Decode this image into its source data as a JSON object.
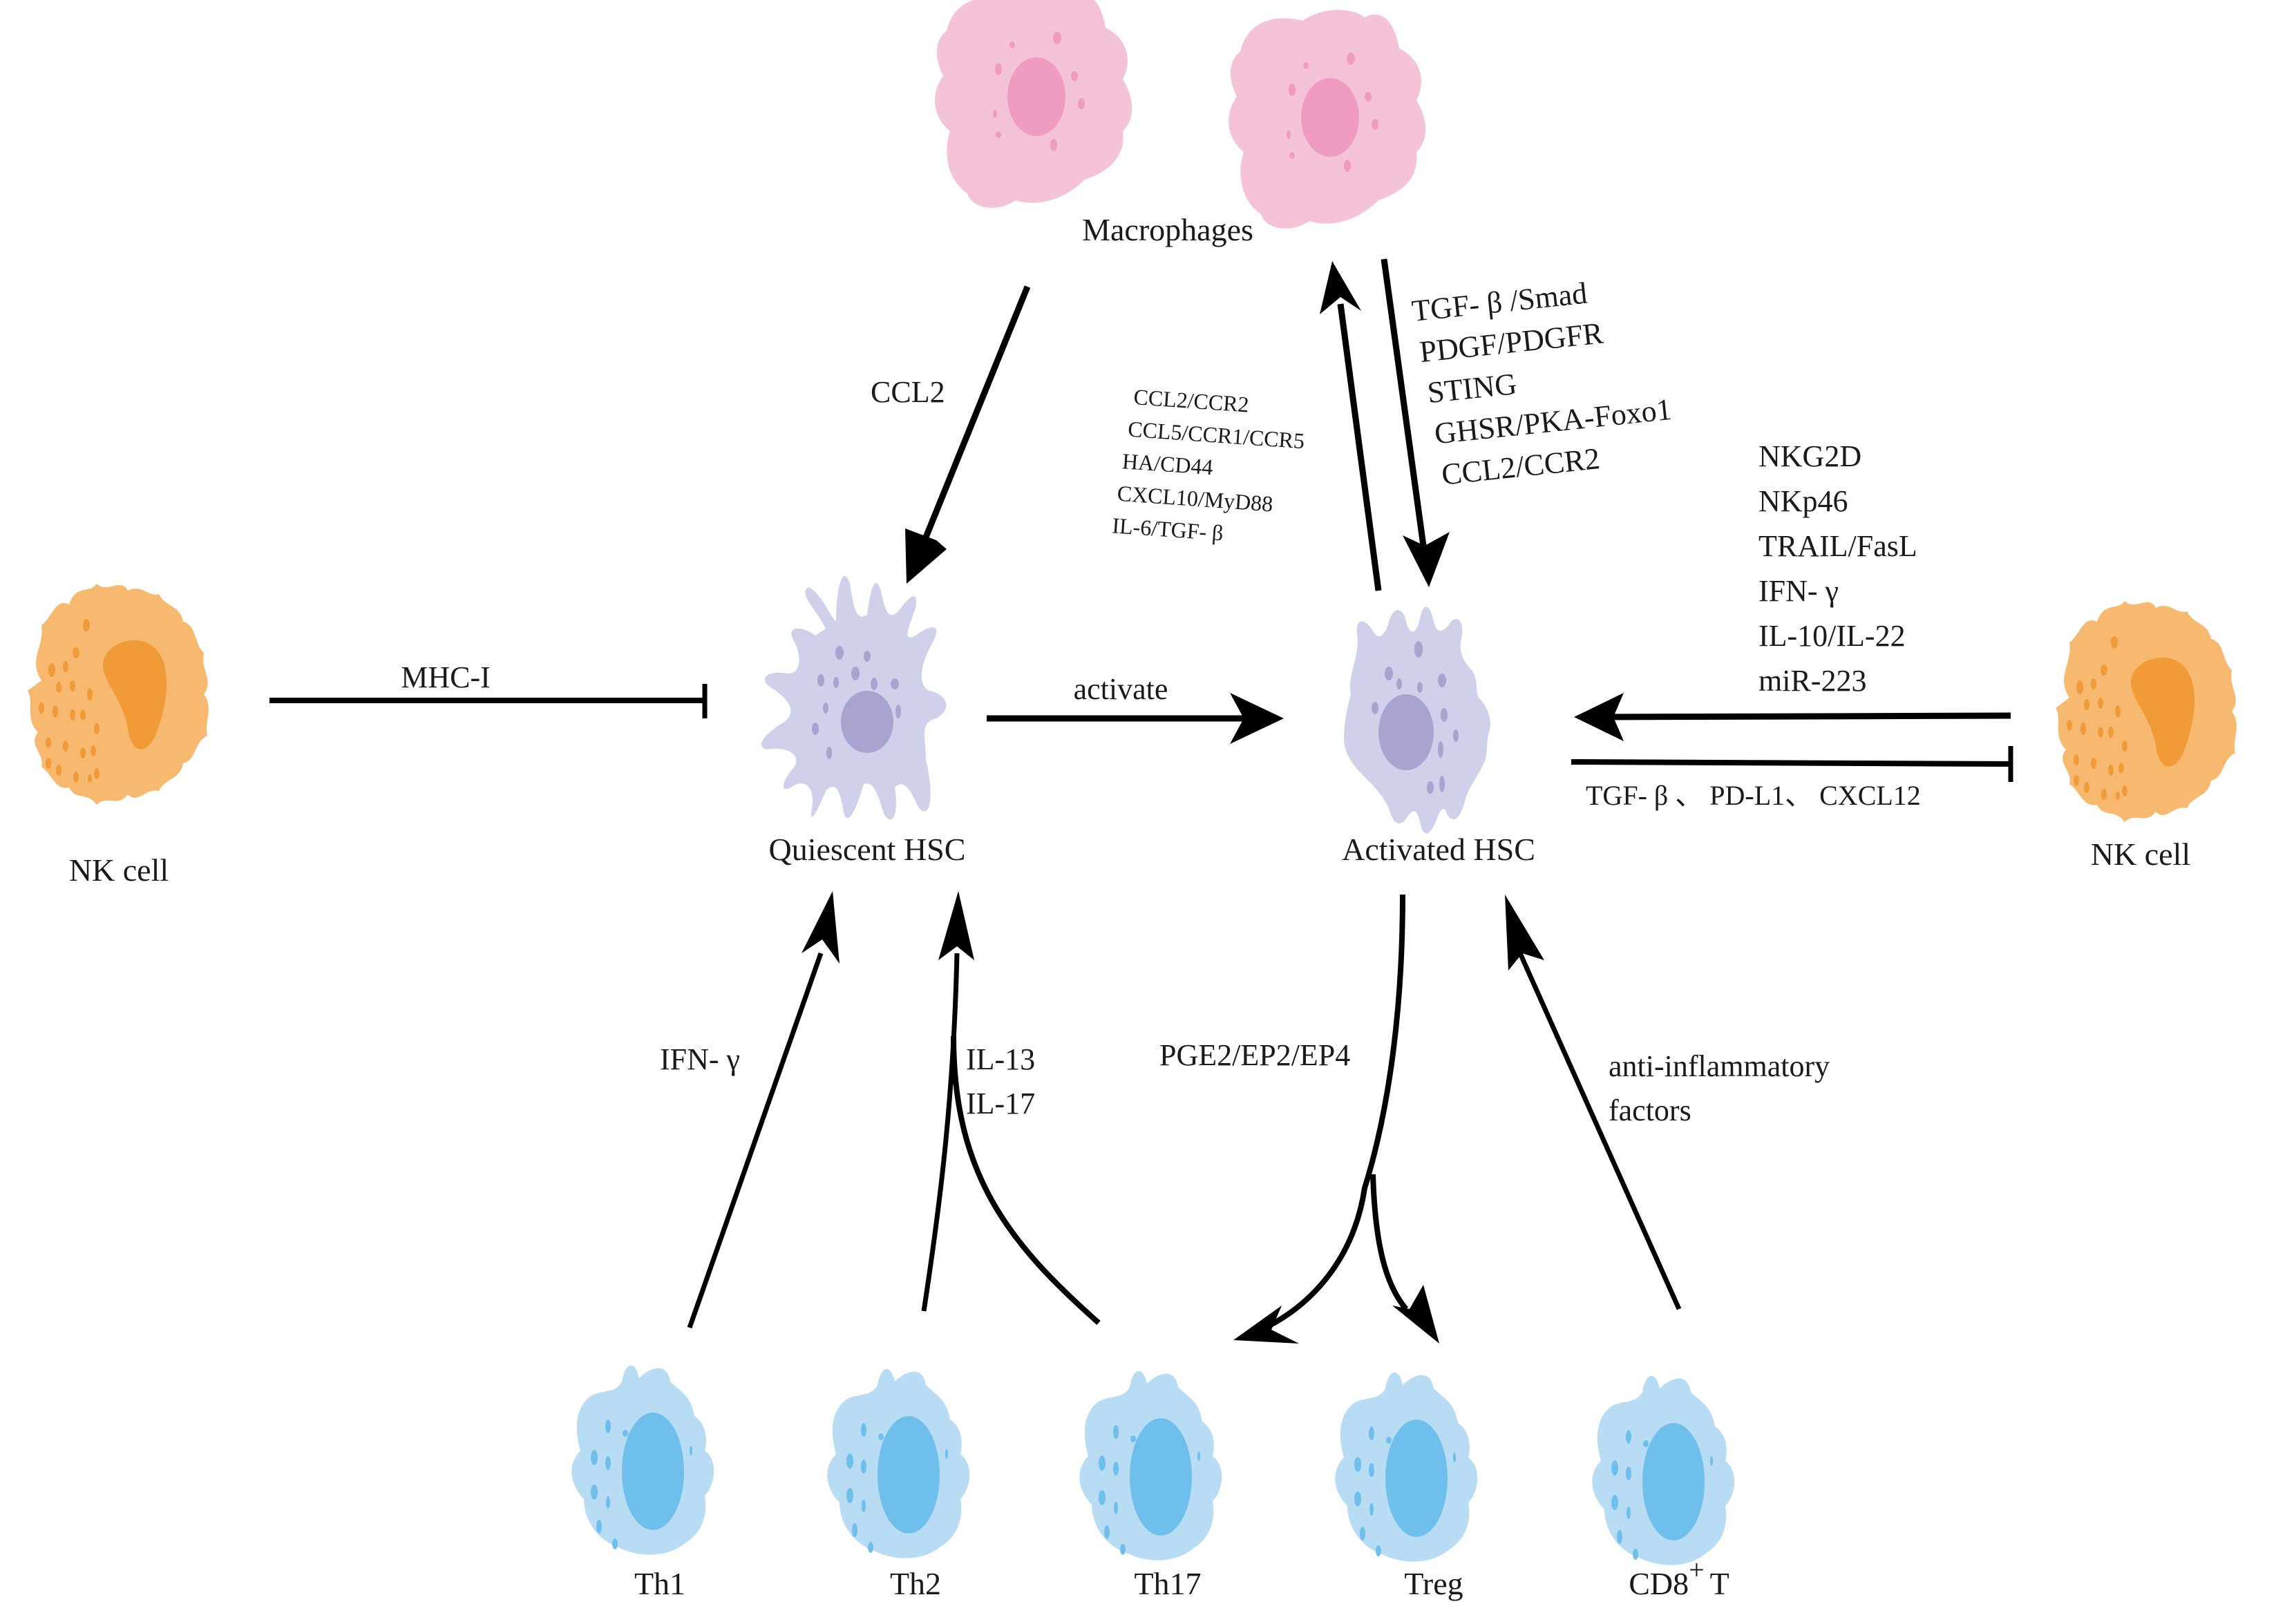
{
  "colors": {
    "macrophage_body": "#f5c3d8",
    "macrophage_nucleus": "#f09cc0",
    "hsc_body": "#cfd1ea",
    "hsc_nucleus": "#a9a3cf",
    "nk_body": "#f6b96f",
    "nk_nucleus": "#f19b38",
    "tcell_body": "#b7dcf4",
    "tcell_nucleus": "#6fbfec",
    "arrow": "#000000"
  },
  "cells": {
    "macrophages": "Macrophages",
    "quiescent_hsc": "Quiescent HSC",
    "activated_hsc": "Activated HSC",
    "nk_left": "NK cell",
    "nk_right": "NK cell",
    "tcells": [
      "Th1",
      "Th2",
      "Th17",
      "Treg",
      "CD8"
    ],
    "cd8_superscript": "+",
    "cd8_suffix": "T"
  },
  "edges": {
    "macrophage_to_quiescent": "CCL2",
    "hsc_to_macrophage": [
      "CCL2/CCR2",
      "CCL5/CCR1/CCR5",
      "HA/CD44",
      "CXCL10/MyD88",
      "IL-6/TGF- β"
    ],
    "macrophage_to_activated": [
      "TGF- β /Smad",
      "PDGF/PDGFR",
      "STING",
      "GHSR/PKA-Foxo1",
      "CCL2/CCR2"
    ],
    "nk_left_inhibits_quiescent": "MHC-I",
    "quiescent_to_activated": "activate",
    "nk_right_to_activated": [
      "NKG2D",
      "NKp46",
      "TRAIL/FasL",
      "IFN- γ",
      "IL-10/IL-22",
      "miR-223"
    ],
    "activated_inhibits_nk_right": "TGF- β 、 PD-L1、 CXCL12",
    "th1_to_quiescent": "IFN- γ",
    "th2_th17_to_quiescent": [
      "IL-13",
      "IL-17"
    ],
    "activated_to_th17_treg": "PGE2/EP2/EP4",
    "cd8_to_activated": [
      "anti-inflammatory",
      "factors"
    ]
  }
}
